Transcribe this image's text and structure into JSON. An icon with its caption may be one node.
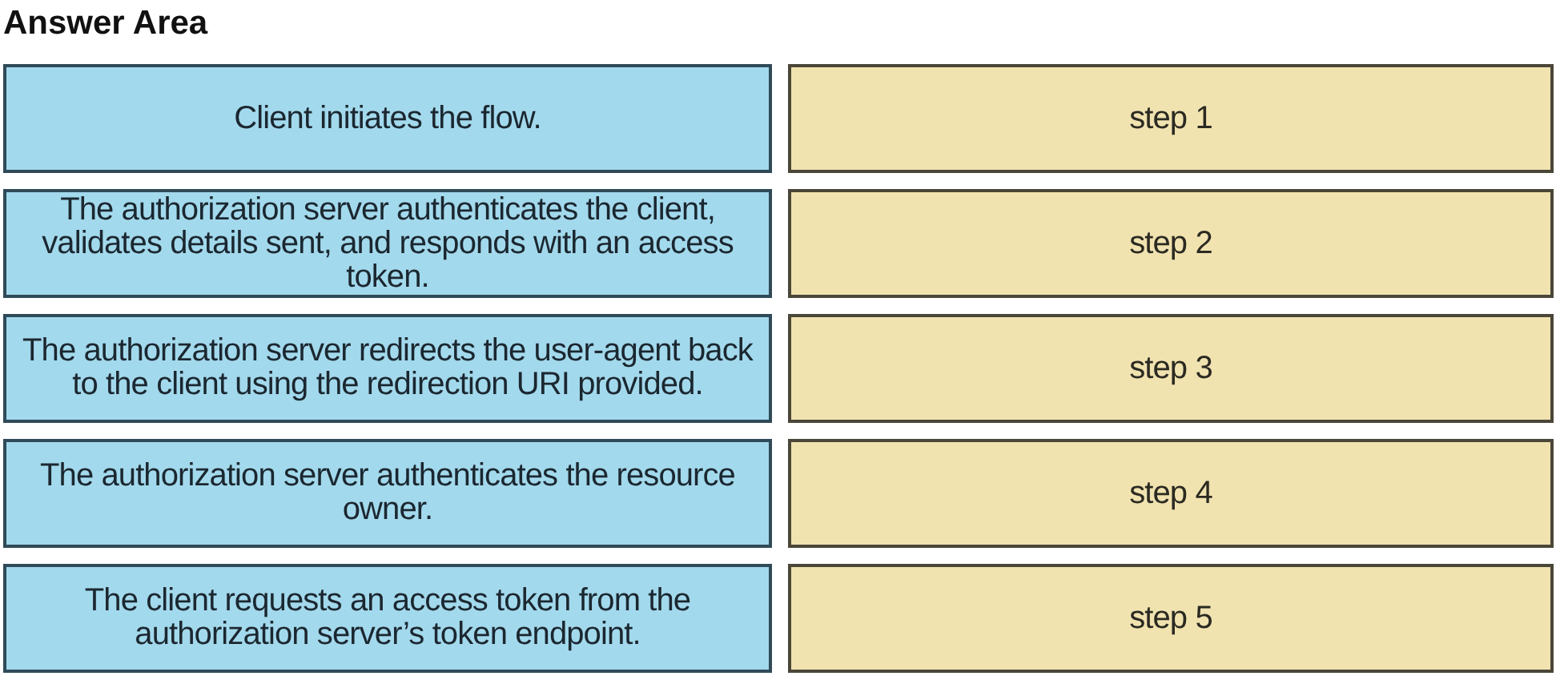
{
  "diagram": {
    "title": "Answer Area",
    "nodes": [
      {
        "text": [
          "Client initiates the flow."
        ]
      },
      {
        "text": [
          "step 1"
        ]
      },
      {
        "text": [
          "The authorization server authenticates the client, validates details sent, and responds with an access token."
        ]
      },
      {
        "text": [
          "step 2"
        ]
      },
      {
        "text": [
          "The authorization server redirects the user-agent back to the client using the redirection URI provided."
        ]
      },
      {
        "text": [
          "step 3"
        ]
      },
      {
        "text": [
          "The authorization server authenticates the resource owner."
        ]
      },
      {
        "text": [
          "step 4"
        ]
      },
      {
        "text": [
          "The client requests an access token from the authorization server’s token endpoint."
        ]
      },
      {
        "text": [
          "step 5"
        ]
      }
    ],
    "edges": []
  }
}
